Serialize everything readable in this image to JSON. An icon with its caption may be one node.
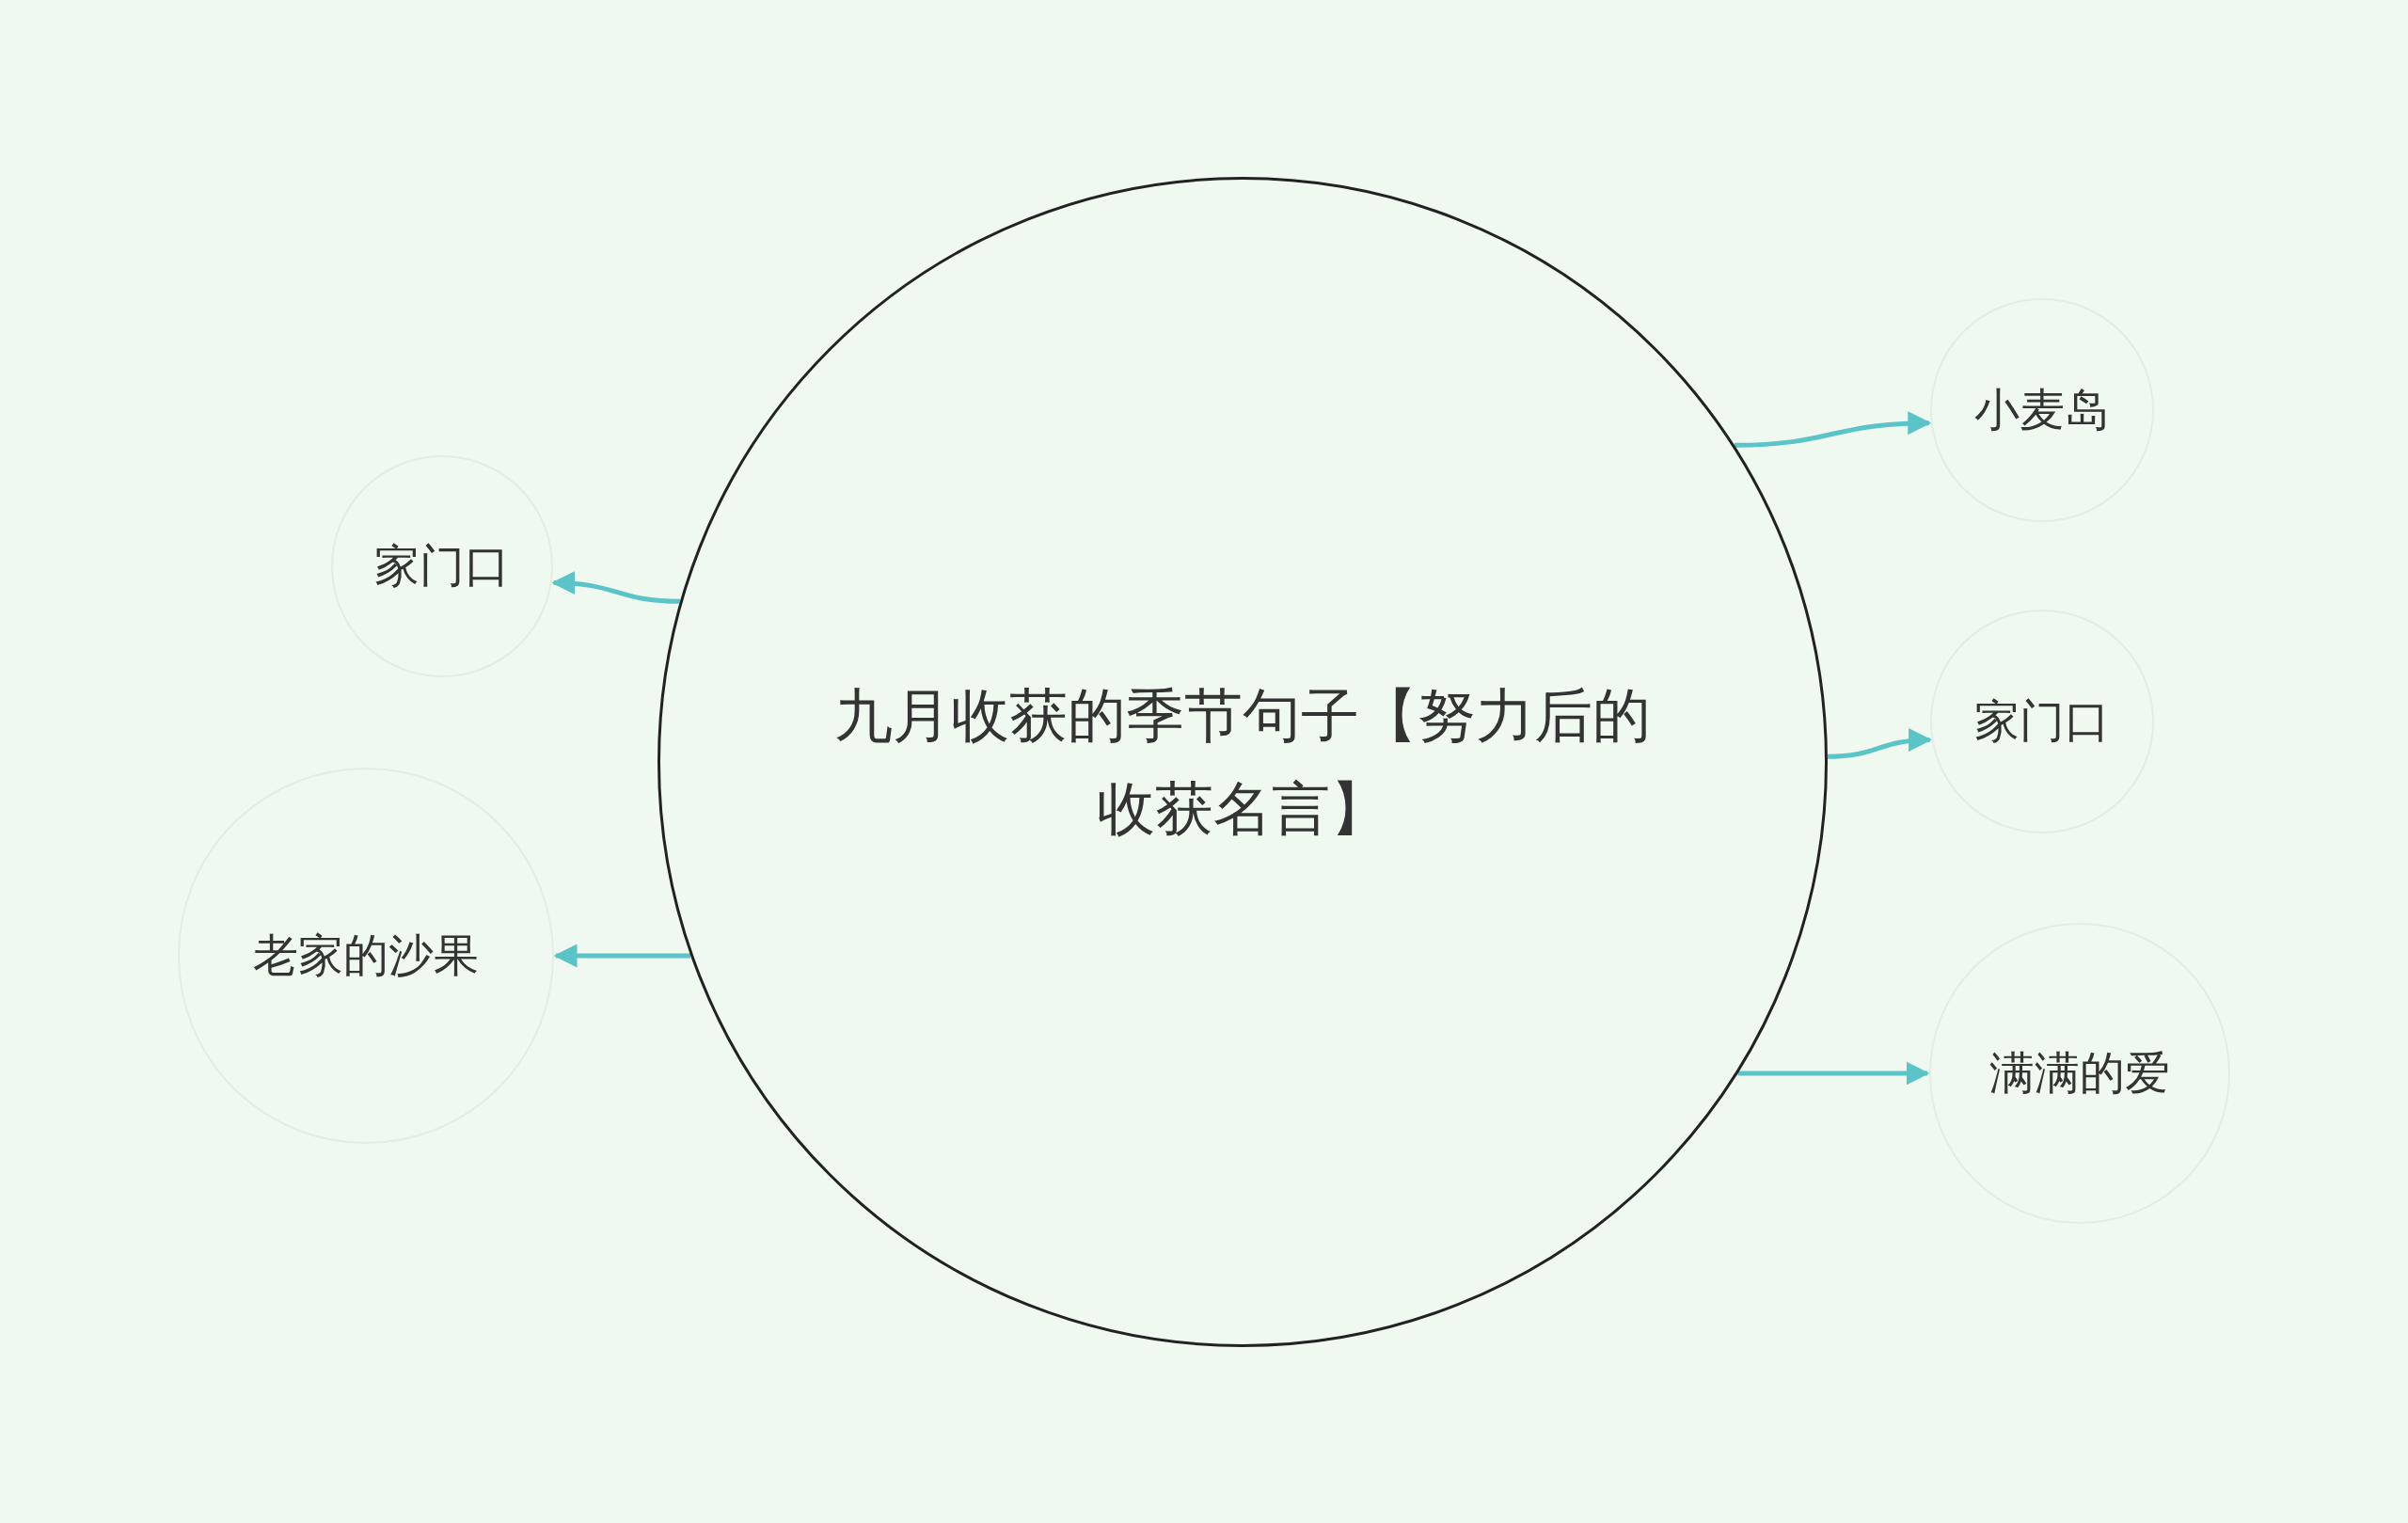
{
  "diagram": {
    "nodes": [
      {
        "text": [
          "九月收获的季节句子【努力后的收获名言】"
        ]
      },
      {
        "text": [
          "家门口"
        ]
      },
      {
        "text": [
          "老家的沙果"
        ]
      },
      {
        "text": [
          "小麦岛"
        ]
      },
      {
        "text": [
          "家门口"
        ]
      },
      {
        "text": [
          "满满的爱"
        ]
      }
    ],
    "edges": [
      {
        "from": 0,
        "to": 1,
        "arrow": "to"
      },
      {
        "from": 0,
        "to": 2,
        "arrow": "to"
      },
      {
        "from": 0,
        "to": 3,
        "arrow": "to"
      },
      {
        "from": 0,
        "to": 4,
        "arrow": "to"
      },
      {
        "from": 0,
        "to": 5,
        "arrow": "to"
      }
    ]
  }
}
